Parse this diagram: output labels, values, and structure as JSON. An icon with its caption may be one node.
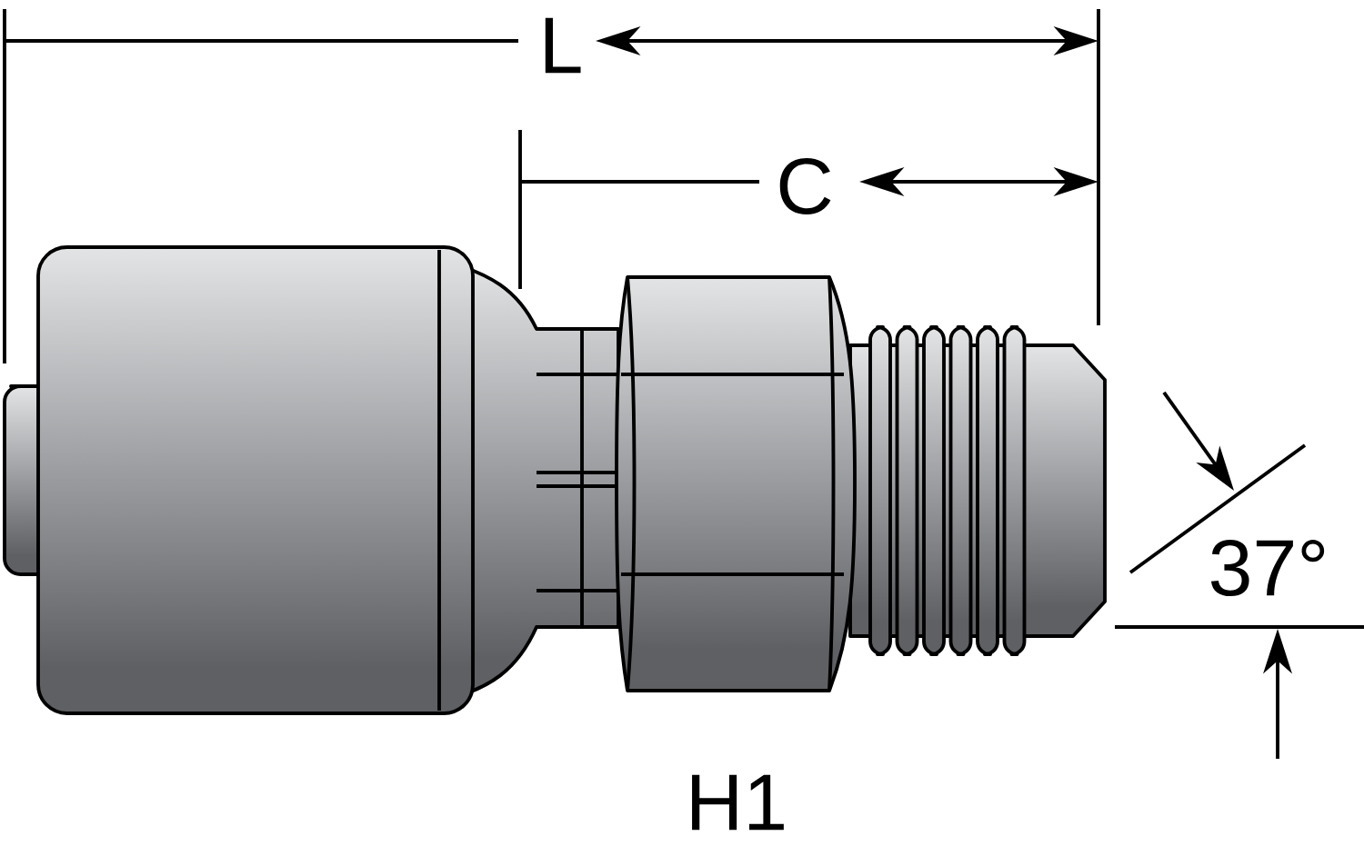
{
  "diagram": {
    "labels": [
      "L",
      "C",
      "37°",
      "H1"
    ]
  }
}
